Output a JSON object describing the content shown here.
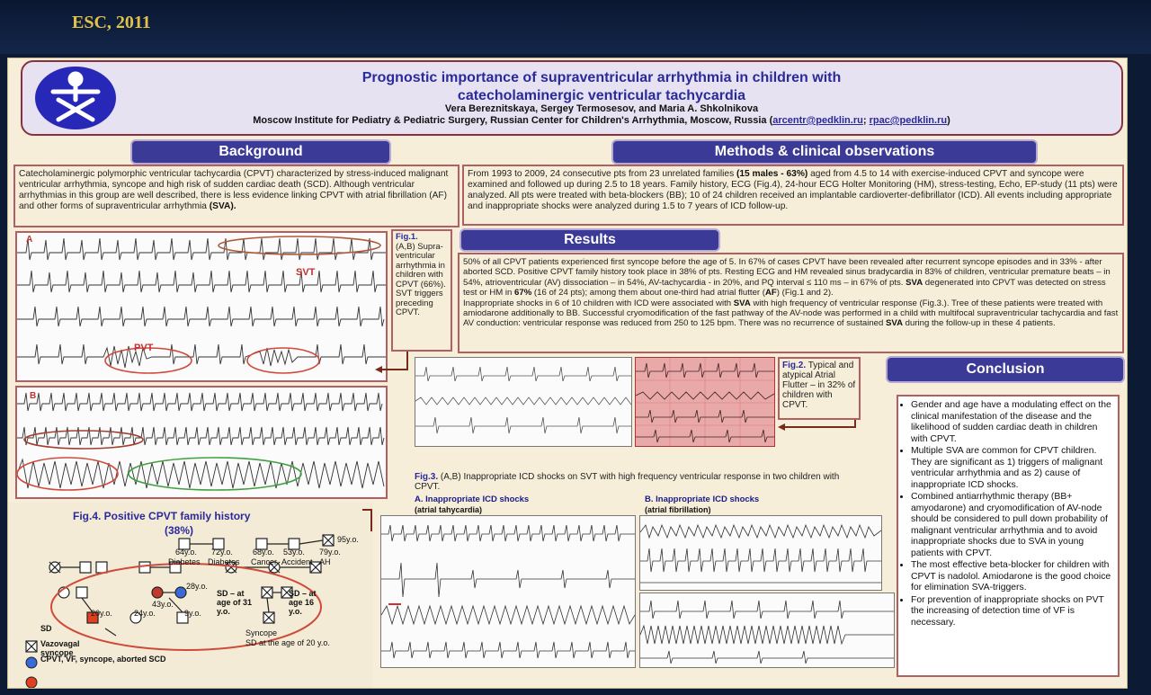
{
  "conference": "ESC, 2011",
  "header": {
    "title_line1": "Prognostic importance of supraventricular arrhythmia in children with",
    "title_line2": "catecholaminergic ventricular tachycardia",
    "authors": "Vera Bereznitskaya, Sergey Termosesov, and Maria A. Shkolnikova",
    "institution": "Moscow Institute for Pediatry & Pediatric Surgery, Russian Center for Children's Arrhythmia, Moscow, Russia (",
    "email1": "arcentr@pedklin.ru",
    "sep": "; ",
    "email2": "rpac@pedklin.ru",
    "close": ")"
  },
  "background": {
    "heading": "Background",
    "p1": "Catecholaminergic polymorphic ventricular tachycardia (CPVT) characterized by stress-induced malignant ventricular arrhythmia, syncope and high risk of sudden cardiac death (SCD). Although ventricular arrhythmias in this group are well described, there is less evidence linking CPVT with atrial fibrillation (AF) and other forms of supraventricular arrhythmia ",
    "p1_bold": "(SVA)."
  },
  "methods": {
    "heading": "Methods & clinical observations",
    "t1": "From 1993 to 2009, 24 consecutive pts from 23 unrelated families ",
    "t1_bold": "(15 males - 63%)",
    "t2": " aged from 4.5 to 14 with exercise-induced CPVT and syncope were examined and followed up during 2.5 to 18 years. Family history, ECG (Fig.4), 24-hour ECG Holter Monitoring (HM), stress-testing, Echo, EP-study (11 pts) were analyzed. All pts were treated with beta-blockers (BB); 10 of 24 children received an implantable cardioverter-defibrillator (ICD). All events including appropriate and inappropriate shocks were analyzed during 1.5 to 7 years of ICD follow-up."
  },
  "results": {
    "heading": "Results",
    "a": "50% of all CPVT patients experienced first syncope before the age of 5. In 67% of cases CPVT have been revealed after recurrent syncope episodes and in 33% - after aborted SCD. Positive CPVT family history took place in 38% of pts. Resting ECG and HM revealed sinus bradycardia in 83% of children, ventricular premature beats – in 54%, atrioventricular (AV) dissociation – in 54%, AV-tachycardia - in 20%, and PQ interval ≤ 110 ms – in 67% of pts. ",
    "b_bold": "SVA",
    "c": " degenerated into CPVT was detected on stress test or HM in ",
    "d_bold": "67%",
    "e": " (16 of 24 pts); among them about one-third had atrial flutter (",
    "f_bold": "AF",
    "g": ") (Fig.1 and 2).",
    "h": "Inappropriate shocks in 6 of 10 children with ICD were associated with ",
    "i_bold": "SVA",
    "j": " with high frequency of ventricular response (Fig.3.). Tree of these patients were treated with amiodarone additionally to BB. Successful cryomodification of the fast pathway of the AV-node was performed in a child with multifocal supraventricular tachycardia and fast AV conduction: ventricular response was reduced from 250 to 125 bpm. There was no recurrence of sustained ",
    "k_bold": "SVA",
    "l": " during the follow-up in these 4 patients."
  },
  "fig1": {
    "label_a": "A",
    "label_b": "B",
    "svt": "SVT",
    "pvt": "PVT",
    "caption_bold": "Fig.1.",
    "caption": "(A,B) Supra-ventricular arrhythmia in children with CPVT (66%). SVT triggers preceding CPVT."
  },
  "fig2": {
    "caption_bold": "Fig.2.",
    "caption": " Typical and atypical Atrial Flutter – in 32% of children with CPVT."
  },
  "fig3": {
    "caption_bold": "Fig.3.",
    "caption": " (A,B) Inappropriate ICD shocks on SVT with high frequency ventricular response in two children with CPVT.",
    "a_title": "A. Inappropriate ICD shocks",
    "a_sub": "(atrial tahycardia)",
    "b_title": "B. Inappropriate ICD shocks",
    "b_sub": "(atrial fibrillation)"
  },
  "fig4": {
    "title1": "Fig.4. Positive CPVT family history",
    "title2": "(38%)",
    "labels": {
      "a95": "95y.o.",
      "a64": "64y.o.",
      "a72": "72y.o.",
      "a68": "68y.o.",
      "a53": "53y.o.",
      "a79": "79y.o.",
      "diab1": "Diabetes",
      "diab2": "Diabetes",
      "cancer": "Cancer",
      "accident": "Accident",
      "ah": "AH",
      "a28": "28y.o.",
      "a43": "43y.o.",
      "a20": "20y.o.",
      "a24": "24y.o.",
      "a9": "9y.o.",
      "sd_age": "SD – at age of 31 y.o.",
      "sd_at": "SD – at age 16 y.o.",
      "syncope": "Syncope",
      "sd20": "SD at the age of 20 y.o."
    },
    "legend_sd": "SD",
    "legend_vaso": "Vazovagal syncope",
    "legend_cpvt": "CPVT, VF, syncope, aborted SCD"
  },
  "conclusion": {
    "heading": "Conclusion",
    "items": [
      "Gender and age have a modulating effect on the clinical manifestation of the disease and the likelihood of sudden cardiac death in children with CPVT.",
      "Multiple SVA are common for CPVT children. They are significant as 1) triggers of malignant ventricular arrhythmia and as 2) cause of inappropriate ICD shocks.",
      "Combined antiarrhythmic therapy (BB+ amyodarone) and cryomodification of AV-node should be considered to pull down probability of malignant ventricular arrhythmia and to avoid inappropriate shocks due to SVA in young patients with CPVT.",
      "The most effective beta-blocker for children with CPVT is nadolol. Amiodarone is the good choice for elimination SVA-triggers.",
      "For prevention of inappropriate shocks on PVT the increasing of detection time of VF is necessary."
    ]
  },
  "colors": {
    "banner": "#3b3a96",
    "title": "#2a2a9a",
    "border": "#b06060",
    "poster_bg": "#f6eed9"
  }
}
